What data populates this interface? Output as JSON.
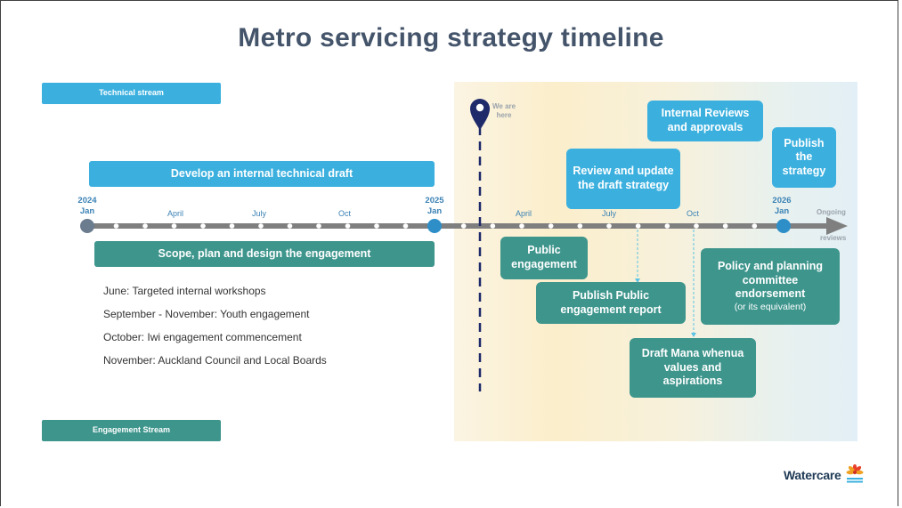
{
  "title": "Metro servicing strategy timeline",
  "streams": {
    "technical": "Technical stream",
    "engagement": "Engagement Stream"
  },
  "technical_bar": "Develop an internal technical draft",
  "engagement_bar": "Scope, plan and design the engagement",
  "axis": {
    "start": {
      "year": "2024",
      "month": "Jan"
    },
    "mid": {
      "year": "2025",
      "month": "Jan"
    },
    "end": {
      "year": "2026",
      "month": "Jan"
    },
    "months_2024": [
      "April",
      "July",
      "Oct"
    ],
    "months_2025": [
      "April",
      "July",
      "Oct"
    ],
    "ongoing": "Ongoing",
    "reviews": "reviews"
  },
  "marker": {
    "line1": "We are",
    "line2": "here"
  },
  "engagement_list": [
    "June: Targeted internal workshops",
    "September - November:  Youth engagement",
    "October: Iwi engagement commencement",
    "November: Auckland Council and Local Boards"
  ],
  "cards": {
    "review": "Review and update the draft strategy",
    "internal_reviews": "Internal Reviews and approvals",
    "publish_strategy": "Publish the strategy",
    "public_engagement": "Public engagement",
    "publish_report": "Publish Public engagement report",
    "policy": "Policy and planning committee endorsement",
    "policy_sub": "(or its equivalent)",
    "mana_whenua": "Draft Mana whenua values and aspirations"
  },
  "logo": {
    "text": "Watercare"
  },
  "colors": {
    "title": "#44546a",
    "technical": "#3bb0df",
    "engagement": "#3d958c",
    "axis": "#7f7f7f",
    "marker": "#1f2a6b"
  }
}
